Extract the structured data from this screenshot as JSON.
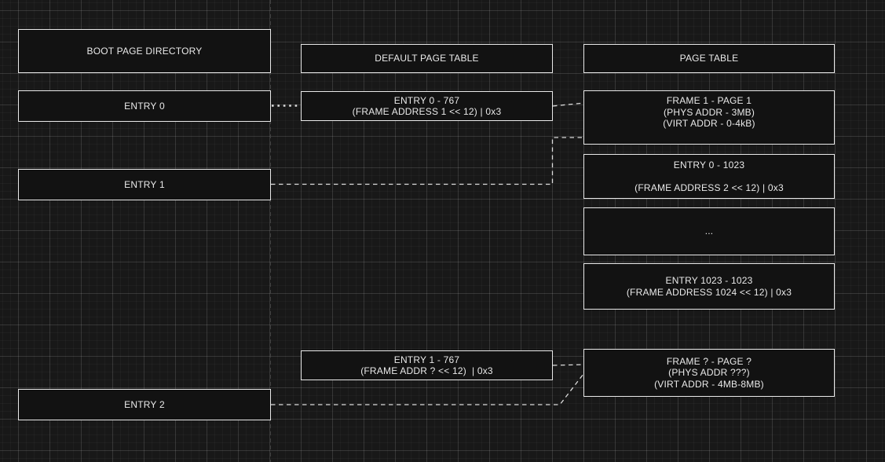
{
  "diagram_type": "os-paging-structures",
  "boot_page_directory": {
    "header": "BOOT PAGE DIRECTORY",
    "entry0": "ENTRY 0",
    "entry1": "ENTRY 1",
    "entry2": "ENTRY 2"
  },
  "default_page_table": {
    "header": "DEFAULT PAGE TABLE",
    "entry_0_767": {
      "line1": "ENTRY 0 - 767",
      "line2": "(FRAME ADDRESS 1 << 12) | 0x3"
    },
    "entry_1_767": {
      "line1": "ENTRY 1 - 767",
      "line2": "(FRAME ADDR ? << 12)  | 0x3"
    }
  },
  "page_table": {
    "header": "PAGE TABLE",
    "frame1": {
      "line1": "FRAME 1 - PAGE 1",
      "line2": "(PHYS ADDR - 3MB)",
      "line3": "(VIRT ADDR - 0-4kB)"
    },
    "entry_0_1023": {
      "line1": "ENTRY 0 - 1023",
      "line2": "(FRAME ADDRESS 2 << 12) | 0x3"
    },
    "ellipsis": "...",
    "entry_1023_1023": {
      "line1": "ENTRY 1023 - 1023",
      "line2": "(FRAME ADDRESS 1024 << 12) | 0x3"
    },
    "frame_q": {
      "line1": "FRAME ? - PAGE ?",
      "line2": "(PHYS ADDR ???)",
      "line3": "(VIRT ADDR - 4MB-8MB)"
    }
  },
  "connections": [
    {
      "from": "boot-entry-0",
      "to": "default-entry-0-767",
      "style": "dotted"
    },
    {
      "from": "default-entry-0-767",
      "to": "page-table-frame-1",
      "style": "dashed"
    },
    {
      "from": "boot-entry-1",
      "to": "page-table-frame-1",
      "style": "dashed"
    },
    {
      "from": "default-entry-1-767",
      "to": "page-table-frame-q",
      "style": "dashed"
    },
    {
      "from": "boot-entry-2",
      "to": "page-table-frame-q",
      "style": "dashed"
    }
  ],
  "colors": {
    "background": "#181818",
    "box_fill": "#121212",
    "box_border": "#e9e9e9",
    "text": "#e9e9e9",
    "connector": "#dcdcdc",
    "guide_line": "#3e3e3e"
  }
}
